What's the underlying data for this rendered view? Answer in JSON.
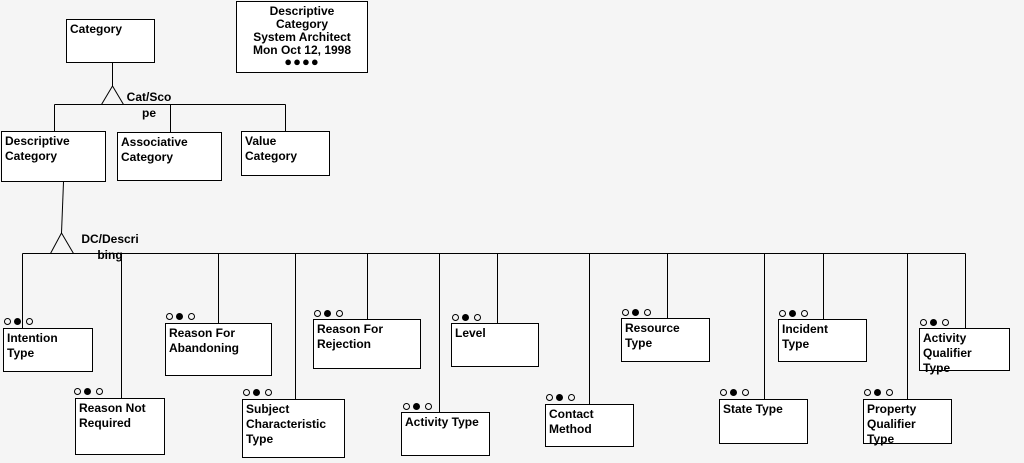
{
  "page": {
    "background_color": "#f5f5f5",
    "box_fill_color": "#ffffff",
    "line_color": "#000000"
  },
  "title_block": {
    "lines": "Descriptive\nCategory\nSystem Architect\nMon Oct 12, 1998",
    "dots": "●●●●"
  },
  "root": {
    "label": "Category"
  },
  "relationships": {
    "cat_scope": "Cat/Sco\npe",
    "dc_describing": "DC/Descri\nbing"
  },
  "level1": {
    "descriptive": "Descriptive\nCategory",
    "associative": "Associative\nCategory",
    "value": "Value\nCategory"
  },
  "level2": {
    "intention_type": "Intention\nType",
    "reason_not_required": "Reason Not\nRequired",
    "reason_for_abandoning": "Reason For\nAbandoning",
    "subject_characteristic_type": "Subject\nCharacteristic\nType",
    "reason_for_rejection": "Reason For\nRejection",
    "activity_type": "Activity Type",
    "level": "Level",
    "contact_method": "Contact\nMethod",
    "resource_type": "Resource\nType",
    "state_type": "State Type",
    "incident_type": "Incident\nType",
    "property_qualifier_type": "Property\nQualifier\nType",
    "activity_qualifier_type": "Activity\nQualifier\nType"
  }
}
